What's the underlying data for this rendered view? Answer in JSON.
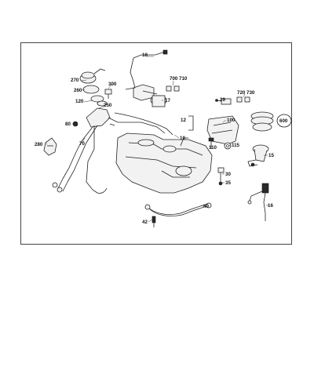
{
  "labels": {
    "l18a": "18",
    "l270": "270",
    "l260": "260",
    "l120": "120",
    "l300": "300",
    "l250": "250",
    "l700_710": "700 710",
    "l17": "17",
    "l20": "20",
    "l720_730": "720 730",
    "l600": "600",
    "l80": "80",
    "l280": "280",
    "l70": "70",
    "l12": "12",
    "l10": "10",
    "l100": "100",
    "l110": "110",
    "l115": "115",
    "l15": "15",
    "l30": "30",
    "l35": "35",
    "l40": "40",
    "l42": "42",
    "l16": "16"
  }
}
